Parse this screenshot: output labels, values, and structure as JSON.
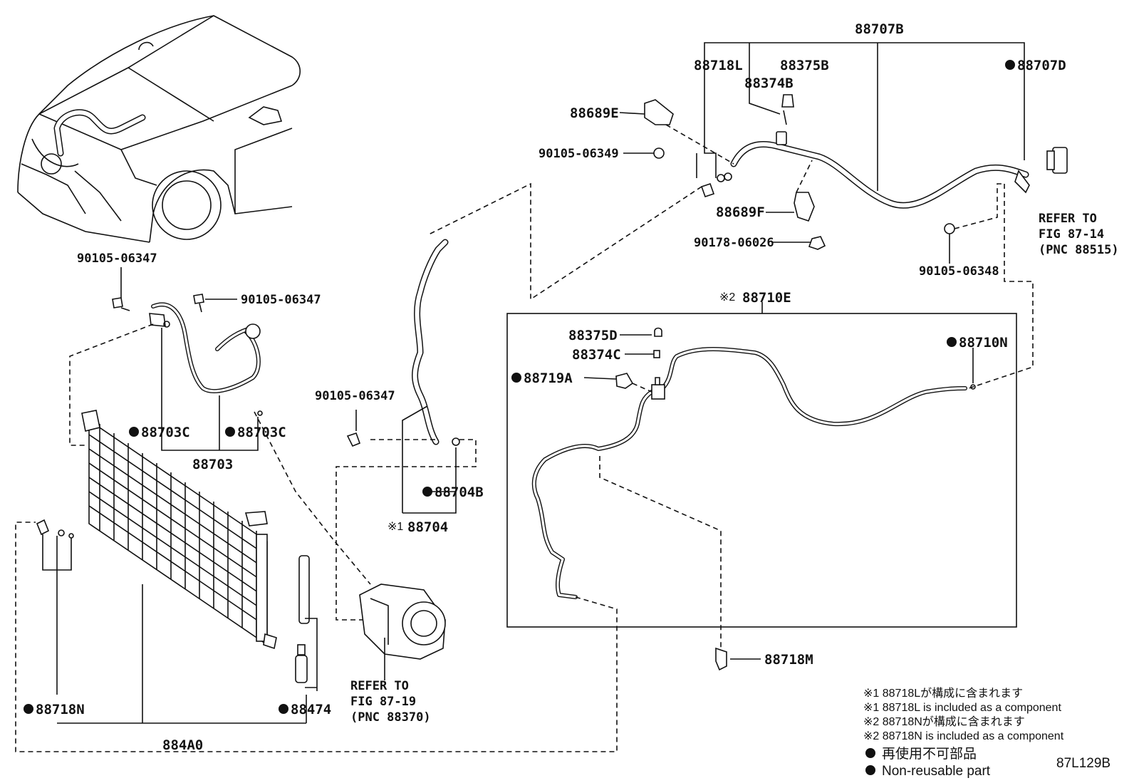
{
  "labels": {
    "p88707B": "88707B",
    "p88718L": "88718L",
    "p88375B": "88375B",
    "p88374B": "88374B",
    "p88707D": "88707D",
    "p88689E": "88689E",
    "p90105_06349": "90105-06349",
    "p88689F": "88689F",
    "p90178_06026": "90178-06026",
    "p90105_06348": "90105-06348",
    "refer_87_14_l1": "REFER TO",
    "refer_87_14_l2": "FIG 87-14",
    "refer_87_14_l3": "(PNC 88515)",
    "p90105_06347_a": "90105-06347",
    "p90105_06347_b": "90105-06347",
    "p90105_06347_c": "90105-06347",
    "p88703C_a": "88703C",
    "p88703C_b": "88703C",
    "p88703": "88703",
    "p88704B": "88704B",
    "p88704": "88704",
    "p88704_mark": "※1",
    "p88710E": "88710E",
    "p88710E_mark": "※2",
    "p88375D": "88375D",
    "p88374C": "88374C",
    "p88719A": "88719A",
    "p88710N": "88710N",
    "p88718M": "88718M",
    "p88718N": "88718N",
    "p88474": "88474",
    "p884A0": "884A0",
    "refer_87_19_l1": "REFER TO",
    "refer_87_19_l2": "FIG 87-19",
    "refer_87_19_l3": "(PNC 88370)"
  },
  "notes": {
    "n1_jp": "※1 88718Lが構成に含まれます",
    "n1_en": "※1 88718L is included as a component",
    "n2_jp": "※2 88718Nが構成に含まれます",
    "n2_en": "※2 88718N is included as a component",
    "legend_jp": "再使用不可部品",
    "legend_en": "Non-reusable part"
  },
  "figure_id": "87L129B"
}
